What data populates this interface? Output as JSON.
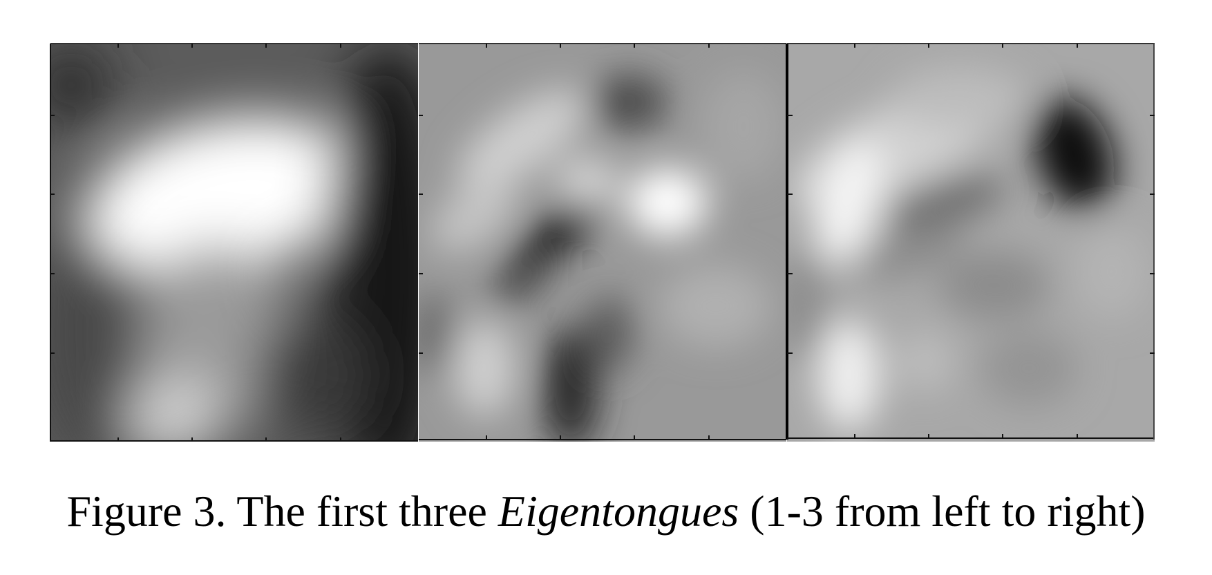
{
  "figure": {
    "panels": [
      {
        "name": "eigentongue-1",
        "background": "#5a5a5a"
      },
      {
        "name": "eigentongue-2",
        "background": "#9a9a9a"
      },
      {
        "name": "eigentongue-3",
        "background": "#a8a8a8"
      }
    ],
    "caption": {
      "prefix": "Figure 3. The first three ",
      "emphasis": "Eigentongues",
      "suffix": " (1-3 from left to right)"
    }
  }
}
